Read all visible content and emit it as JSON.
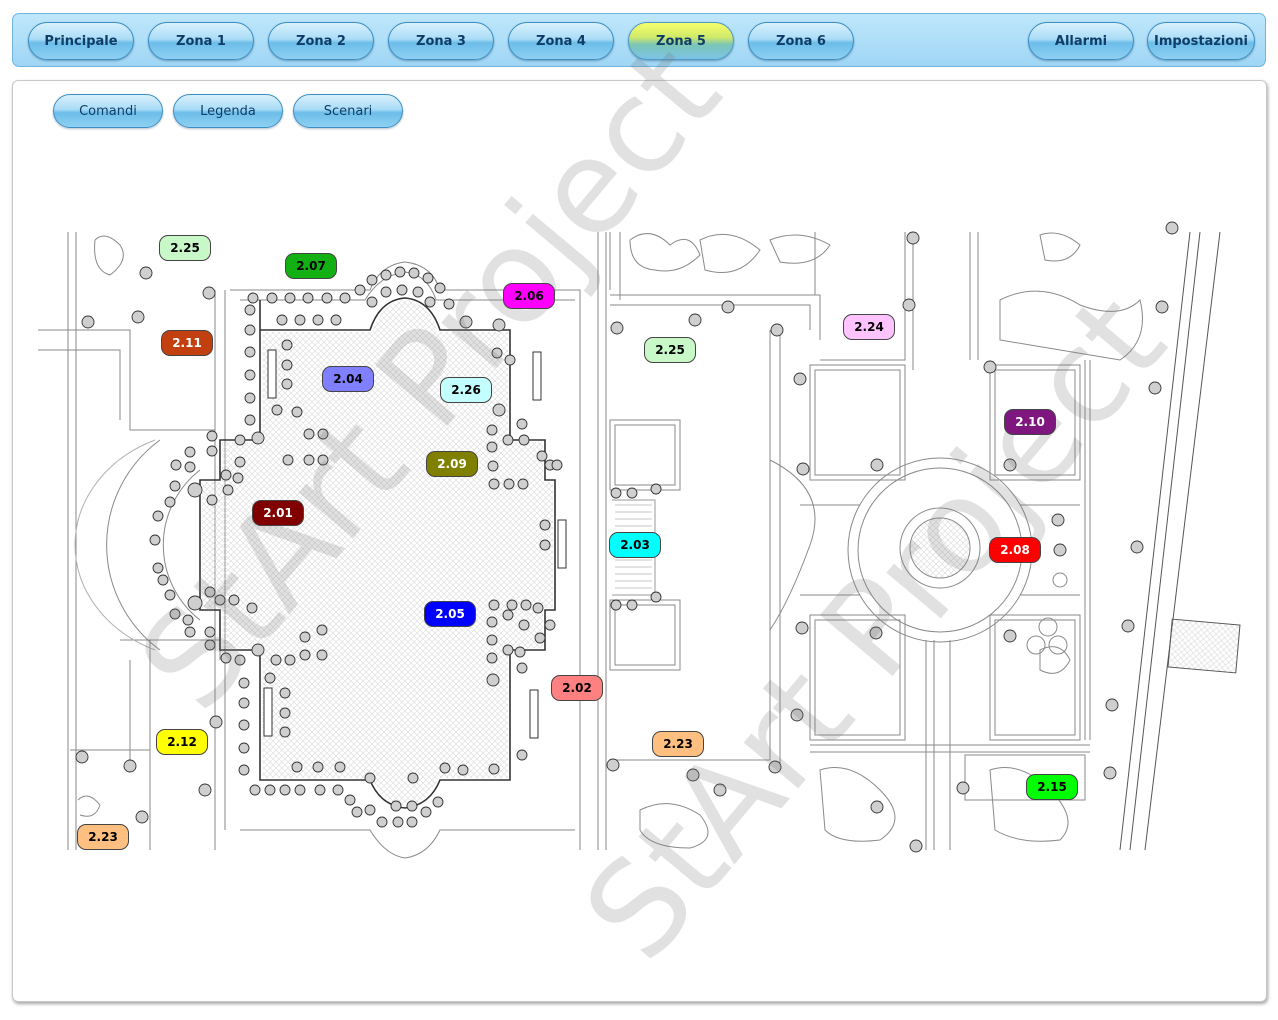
{
  "nav": {
    "items": [
      "Principale",
      "Zona 1",
      "Zona 2",
      "Zona 3",
      "Zona 4",
      "Zona 5",
      "Zona 6"
    ],
    "active": "Zona 5",
    "right_items": [
      "Allarmi",
      "Impostazioni"
    ]
  },
  "subnav": [
    "Comandi",
    "Legenda",
    "Scenari"
  ],
  "watermark": "StArt Project",
  "zones": [
    {
      "label": "2.25",
      "color": "#c8f7c8"
    },
    {
      "label": "2.07",
      "color": "#12b012"
    },
    {
      "label": "2.06",
      "color": "#ff00ff"
    },
    {
      "label": "2.11",
      "color": "#c24010"
    },
    {
      "label": "2.25",
      "color": "#c8f7c8"
    },
    {
      "label": "2.24",
      "color": "#ffc4ff"
    },
    {
      "label": "2.04",
      "color": "#7f7fff"
    },
    {
      "label": "2.26",
      "color": "#c4ffff"
    },
    {
      "label": "2.10",
      "color": "#7f157f"
    },
    {
      "label": "2.09",
      "color": "#808000"
    },
    {
      "label": "2.01",
      "color": "#800000"
    },
    {
      "label": "2.03",
      "color": "#00ffff"
    },
    {
      "label": "2.08",
      "color": "#ff0000"
    },
    {
      "label": "2.05",
      "color": "#0000ff"
    },
    {
      "label": "2.02",
      "color": "#ff8080"
    },
    {
      "label": "2.12",
      "color": "#ffff00"
    },
    {
      "label": "2.23",
      "color": "#ffbf80"
    },
    {
      "label": "2.15",
      "color": "#00ff00"
    },
    {
      "label": "2.23",
      "color": "#ffbf80"
    }
  ]
}
